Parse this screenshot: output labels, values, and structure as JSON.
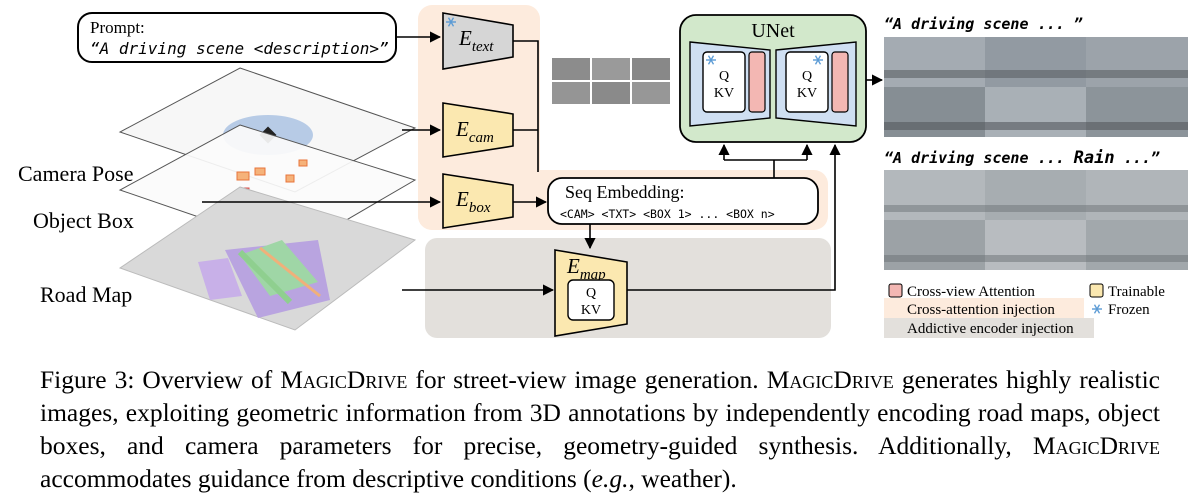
{
  "prompt": {
    "title": "Prompt:",
    "text": "“A driving scene <description>”"
  },
  "inputs": {
    "camera_pose": "Camera Pose",
    "object_box": "Object Box",
    "road_map": "Road Map"
  },
  "encoders": {
    "text": {
      "base": "E",
      "sub": "text"
    },
    "cam": {
      "base": "E",
      "sub": "cam"
    },
    "box": {
      "base": "E",
      "sub": "box"
    },
    "map": {
      "base": "E",
      "sub": "map"
    }
  },
  "unet": {
    "title": "UNet",
    "q": "Q",
    "kv": "KV"
  },
  "map_attn": {
    "q": "Q",
    "kv": "KV"
  },
  "seq_embedding": {
    "title": "Seq Embedding:",
    "tokens": "<CAM> <TXT> <BOX 1> ... <BOX n>"
  },
  "outputs": {
    "scene1": "“A driving scene ... ”",
    "scene2_pre": "“A driving scene ... ",
    "scene2_rain": "Rain",
    "scene2_post": " ...”"
  },
  "legend": {
    "cross_view": "Cross-view Attention",
    "trainable": "Trainable",
    "cross_attn": "Cross-attention injection",
    "frozen": "Frozen",
    "addictive": "Addictive encoder injection"
  },
  "colors": {
    "trainable": "#fbe8b0",
    "cross_attention_bg": "#fdebdd",
    "additive_bg": "#e3e0dc",
    "cross_view": "#f3b7b3",
    "unet_bg": "#d2e8cb",
    "frozen_encoder": "#d6d6d6",
    "snowflake": "#5b9bd5"
  },
  "caption": {
    "fig_label": "Figure 3:",
    "part1": " Overview of ",
    "name_initial": "M",
    "name_rest": "AGIC",
    "name_initial2": "D",
    "name_rest2": "RIVE",
    "part2": " for street-view image generation. ",
    "part3": " generates highly realistic images, exploiting geometric information from 3D annotations by independently encoding road maps, object boxes, and camera parameters for precise, geometry-guided synthesis. Additionally, ",
    "part4": " accommodates guidance from descriptive conditions (",
    "eg": "e.g.",
    "part5": ", weather)."
  }
}
